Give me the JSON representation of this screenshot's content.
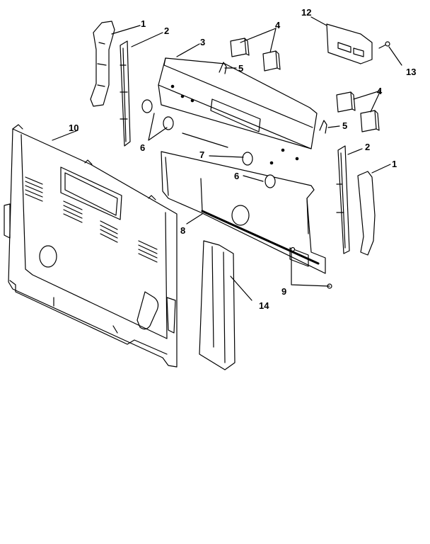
{
  "callouts": [
    "1",
    "2",
    "3",
    "4",
    "5",
    "6",
    "7",
    "8",
    "9",
    "10",
    "12",
    "13",
    "14"
  ]
}
